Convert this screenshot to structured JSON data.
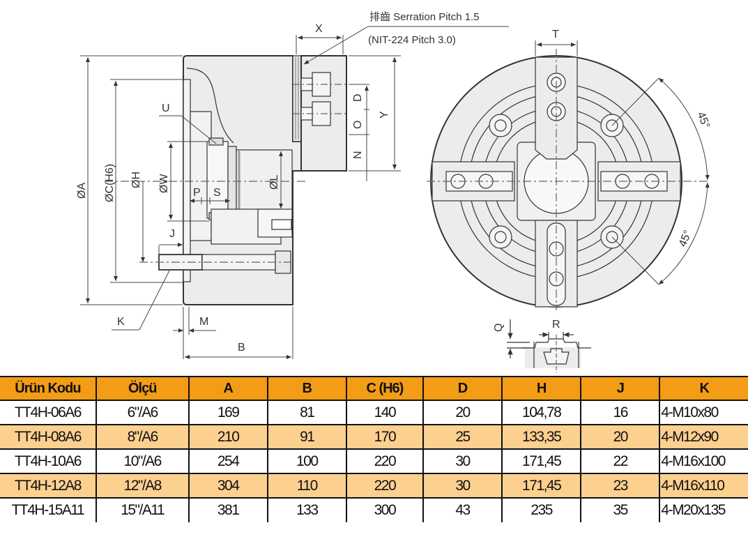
{
  "drawing": {
    "serration_note": "排齒 Serration Pitch 1.5",
    "nit_note": "(NIT-224 Pitch 3.0)",
    "dimension_labels": {
      "X": "X",
      "D": "D",
      "O": "O",
      "N": "N",
      "Y": "Y",
      "U": "U",
      "A": "ØA",
      "C": "ØC(H6)",
      "H": "ØH",
      "W": "ØW",
      "P": "P",
      "S": "S",
      "L": "ØL",
      "J": "J",
      "K": "K",
      "M": "M",
      "B": "B",
      "T": "T",
      "angle_top": "45°",
      "angle_bottom": "45°",
      "Q": "Q",
      "R": "R"
    }
  },
  "table": {
    "headers": [
      "Ürün Kodu",
      "Ölçü",
      "A",
      "B",
      "C (H6)",
      "D",
      "H",
      "J",
      "K"
    ],
    "rows": [
      [
        "TT4H-06A6",
        "6\"/A6",
        "169",
        "81",
        "140",
        "20",
        "104,78",
        "16",
        "4-M10x80"
      ],
      [
        "TT4H-08A6",
        "8\"/A6",
        "210",
        "91",
        "170",
        "25",
        "133,35",
        "20",
        "4-M12x90"
      ],
      [
        "TT4H-10A6",
        "10\"/A6",
        "254",
        "100",
        "220",
        "30",
        "171,45",
        "22",
        "4-M16x100"
      ],
      [
        "TT4H-12A8",
        "12\"/A8",
        "304",
        "110",
        "220",
        "30",
        "171,45",
        "23",
        "4-M16x110"
      ],
      [
        "TT4H-15A11",
        "15\"/A11",
        "381",
        "133",
        "300",
        "43",
        "235",
        "35",
        "4-M20x135"
      ]
    ]
  },
  "colors": {
    "header_bg": "#f39c16",
    "alt_row_bg": "#fcd08f",
    "drawing_fill": "#ececec",
    "line": "#333333"
  }
}
